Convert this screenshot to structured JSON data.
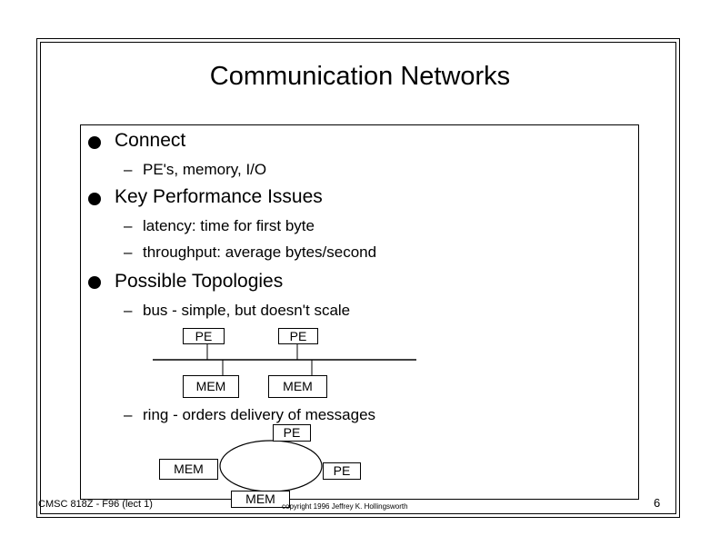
{
  "slide": {
    "title": "Communication Networks",
    "bullets": [
      {
        "text": "Connect",
        "subs": [
          "PE's, memory, I/O"
        ]
      },
      {
        "text": "Key Performance Issues",
        "subs": [
          "latency: time for first byte",
          "throughput: average bytes/second"
        ]
      },
      {
        "text": "Possible Topologies",
        "subs": [
          "bus - simple, but doesn't scale",
          "ring - orders delivery of messages"
        ]
      }
    ],
    "dash": "–"
  },
  "bus_diagram": {
    "pe_left": "PE",
    "pe_right": "PE",
    "mem_left": "MEM",
    "mem_right": "MEM"
  },
  "ring_diagram": {
    "pe_top": "PE",
    "pe_right": "PE",
    "mem_left": "MEM",
    "mem_bottom": "MEM"
  },
  "footer": {
    "course": "CMSC 818Z - F96  (lect 1)",
    "copyright": "copyright 1996  Jeffrey K. Hollingsworth",
    "page": "6"
  }
}
